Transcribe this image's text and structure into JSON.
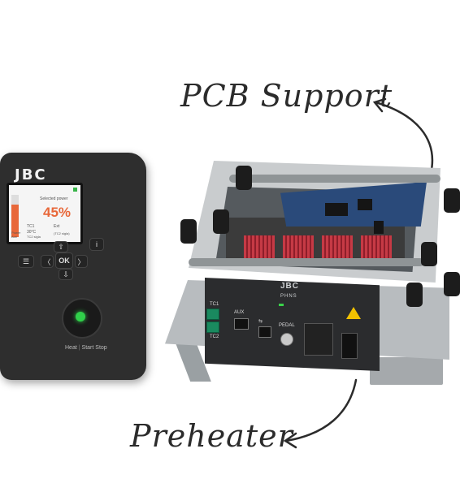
{
  "annotations": {
    "pcb_support": "PCB Support",
    "preheater": "Preheater"
  },
  "controller": {
    "brand": "JBC",
    "screen": {
      "title": "Selected power",
      "value": "45%",
      "left_label": "Power\nAux",
      "temp_label": "TC1",
      "temp_value": "30°C",
      "temp_sub": "TC2 sigla",
      "right_label": "Ext",
      "right_sub": "(TC2 sigla)"
    },
    "buttons": {
      "menu": "☰",
      "up": "⇧",
      "left": "〈",
      "ok": "OK",
      "right": "〉",
      "down": "⇩",
      "info": "i"
    },
    "footer": {
      "heat": "Heat",
      "start": "Start",
      "stop": "Stop"
    }
  },
  "station": {
    "brand": "JBC",
    "model": "PHNS",
    "ports": {
      "tc1": "TC1",
      "tc2": "TC2",
      "aux": "AUX",
      "pedal": "PEDAL"
    }
  }
}
